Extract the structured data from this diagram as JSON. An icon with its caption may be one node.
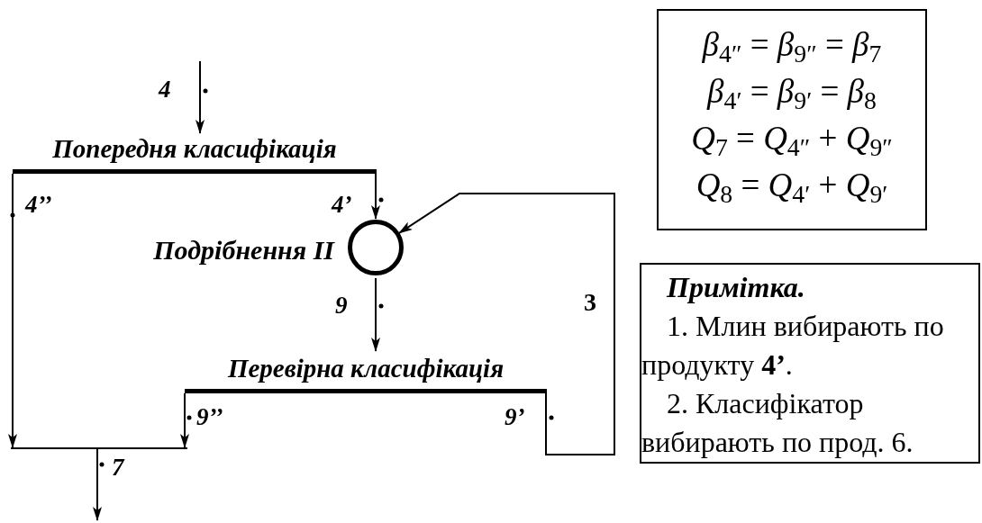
{
  "diagram": {
    "nodes": [
      {
        "text": [
          "Попередня класифікація"
        ]
      },
      {
        "text": [
          "Подрібнення II"
        ]
      },
      {
        "text": [
          "Перевірна класифікація"
        ]
      },
      {
        "text": [],
        "shape": "bar"
      },
      {
        "text": [
          "*β*$_{4″}$ = *β*$_{9″}$ = *β*$_{7}$",
          "*β*$_{4′}$ = *β*$_{9′}$ = *β*$_{8}$",
          "*Q*$_{7}$ = *Q*$_{4″}$ + *Q*$_{9″}$",
          "*Q*$_{8}$ = *Q*$_{4′}$ + *Q*$_{9′}$"
        ]
      },
      {
        "text": [
          "Примітка.",
          "1. Млин вибирають по продукту **4’**.",
          "2. Класифікатор вибирають по прод. 6."
        ]
      }
    ],
    "edges": [
      {
        "from": null,
        "to": 0,
        "arrow": "to",
        "label": "4"
      },
      {
        "from": 0,
        "to": 3,
        "arrow": "to",
        "label": "4’’"
      },
      {
        "from": 0,
        "to": 1,
        "arrow": "to",
        "label": "4’"
      },
      {
        "from": 1,
        "to": 2,
        "arrow": "to",
        "label": "9"
      },
      {
        "from": 2,
        "to": 1,
        "arrow": "to",
        "label": "9’"
      },
      {
        "from": 2,
        "to": 3,
        "arrow": "to",
        "label": "9’’"
      },
      {
        "from": 3,
        "to": null,
        "arrow": "to",
        "label": "7"
      }
    ],
    "labels": [
      "3"
    ]
  }
}
